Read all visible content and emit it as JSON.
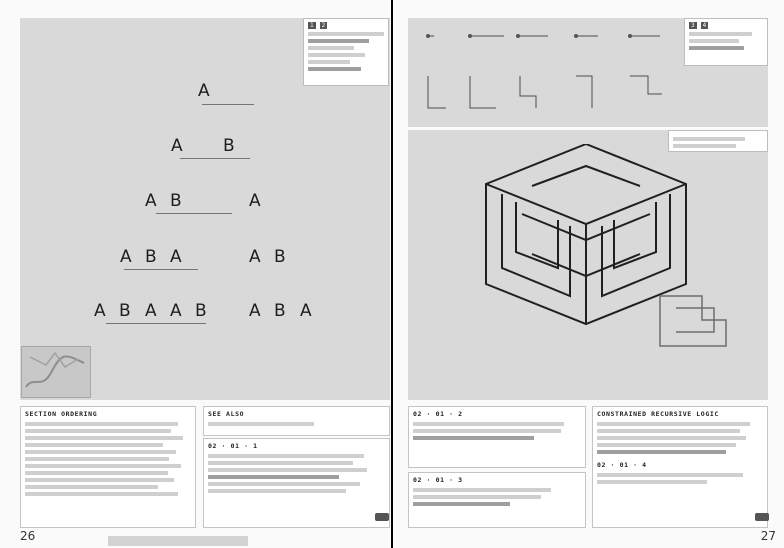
{
  "left_page": {
    "page_number": "26",
    "diagram_rows": [
      [
        "A"
      ],
      [
        "A",
        "B"
      ],
      [
        "A",
        "B",
        "A"
      ],
      [
        "A",
        "B",
        "A",
        "A",
        "B"
      ],
      [
        "A",
        "B",
        "A",
        "A",
        "B",
        "A",
        "B",
        "A"
      ]
    ],
    "caption_marks": [
      "1",
      "2"
    ],
    "section_title": "SECTION ORDERING",
    "subhead_a": "02 · 01 · 1",
    "subhead_b": "SEE ALSO"
  },
  "right_page": {
    "page_number": "27",
    "caption_marks": [
      "3",
      "4"
    ],
    "lower_title_left": "02 · 01 · 2",
    "lower_title_right": "CONSTRAINED RECURSIVE LOGIC",
    "sub_left": "02 · 01 · 3",
    "sub_right": "02 · 01 · 4"
  }
}
